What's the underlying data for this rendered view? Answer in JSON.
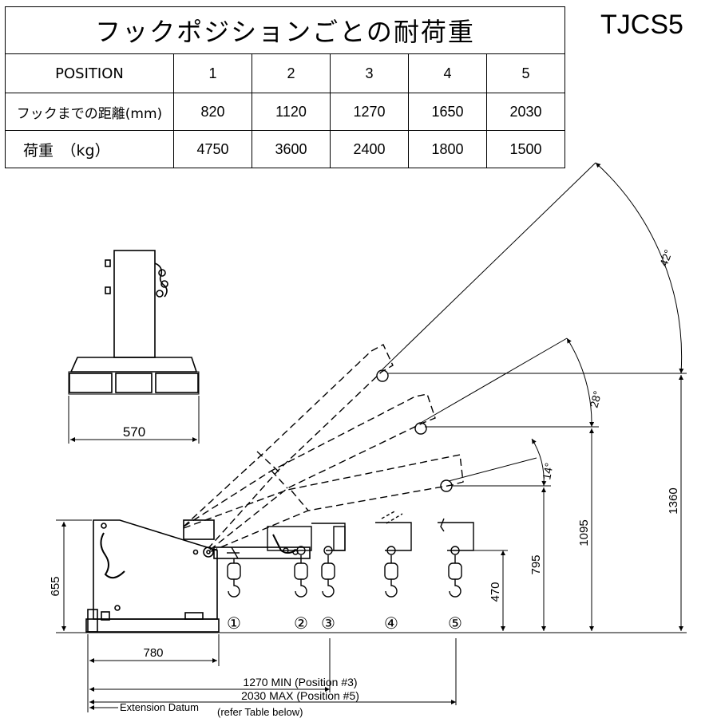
{
  "table": {
    "title": "フックポジションごとの耐荷重",
    "position_label": "POSITION",
    "distance_label": "フックまでの距離(mm)",
    "load_label": "荷重　（kg）",
    "positions": [
      "1",
      "2",
      "3",
      "4",
      "5"
    ],
    "distances": [
      "820",
      "1120",
      "1270",
      "1650",
      "2030"
    ],
    "loads": [
      "4750",
      "3600",
      "2400",
      "1800",
      "1500"
    ]
  },
  "model": "TJCS5",
  "drawing": {
    "base_width": "570",
    "height_655": "655",
    "length_780": "780",
    "dim_470": "470",
    "dim_795": "795",
    "dim_1095": "1095",
    "dim_1360": "1360",
    "angle_14": "14°",
    "angle_28": "28°",
    "angle_42": "42°",
    "extension_min": "1270 MIN  (Position #3)",
    "extension_max": "2030 MAX (Position #5)",
    "extension_datum": "Extension Datum",
    "extension_datum_note": "(refer Table below)",
    "position_markers": [
      "①",
      "②",
      "③",
      "④",
      "⑤"
    ]
  }
}
